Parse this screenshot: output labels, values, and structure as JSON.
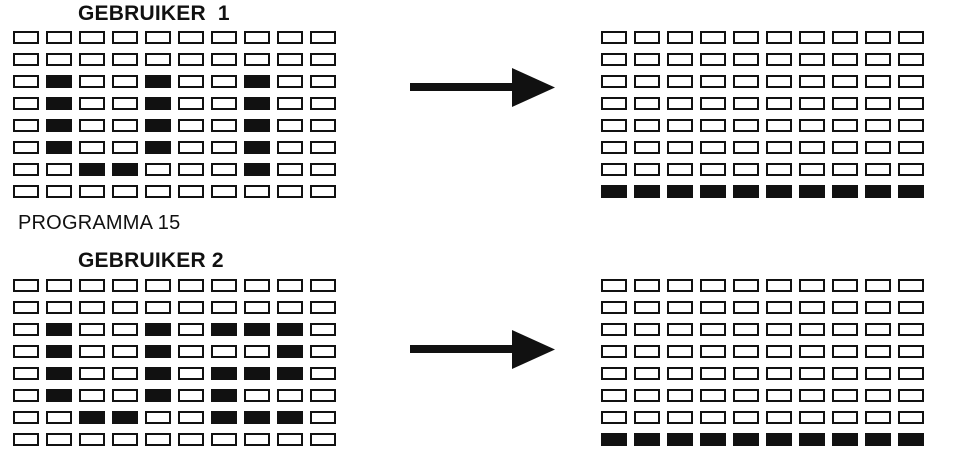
{
  "diagram": {
    "title_program": "PROGRAMMA 15",
    "panels": [
      {
        "id": "user1",
        "heading": "GEBRUIKER  1",
        "arrow_icon": "right-arrow-icon",
        "before": {
          "rows": 8,
          "cols": 10,
          "filled_cells_by_row": [
            [],
            [],
            [
              2,
              5,
              8
            ],
            [
              2,
              5,
              8
            ],
            [
              2,
              5,
              8
            ],
            [
              2,
              5,
              8
            ],
            [
              3,
              4,
              8
            ],
            []
          ]
        },
        "after": {
          "rows": 8,
          "cols": 10,
          "filled_cells_by_row": [
            [],
            [],
            [],
            [],
            [],
            [],
            [],
            [
              1,
              2,
              3,
              4,
              5,
              6,
              7,
              8,
              9,
              10
            ]
          ]
        }
      },
      {
        "id": "user2",
        "heading": "GEBRUIKER 2",
        "arrow_icon": "right-arrow-icon",
        "before": {
          "rows": 8,
          "cols": 10,
          "filled_cells_by_row": [
            [],
            [],
            [
              2,
              5,
              7,
              8,
              9
            ],
            [
              2,
              5,
              9
            ],
            [
              2,
              5,
              7,
              8,
              9
            ],
            [
              2,
              5,
              7
            ],
            [
              3,
              4,
              7,
              8,
              9
            ],
            []
          ]
        },
        "after": {
          "rows": 8,
          "cols": 10,
          "filled_cells_by_row": [
            [],
            [],
            [],
            [],
            [],
            [],
            [],
            [
              1,
              2,
              3,
              4,
              5,
              6,
              7,
              8,
              9,
              10
            ]
          ]
        }
      }
    ]
  },
  "colors": {
    "ink": "#111111",
    "paper": "#ffffff"
  }
}
